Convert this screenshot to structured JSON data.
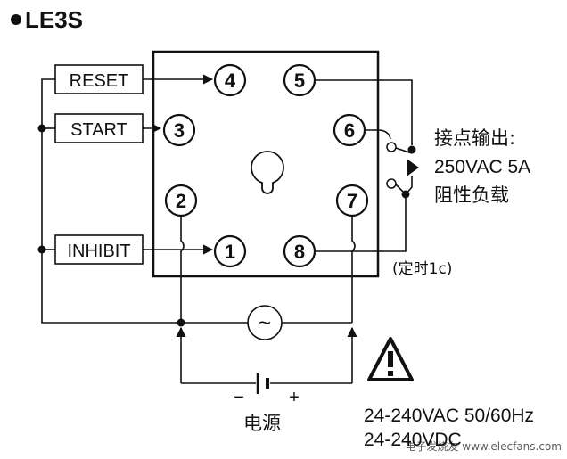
{
  "title": "LE3S",
  "inputs": {
    "reset": "RESET",
    "start": "START",
    "inhibit": "INHIBIT"
  },
  "pins": [
    "1",
    "2",
    "3",
    "4",
    "5",
    "6",
    "7",
    "8"
  ],
  "contact_output": {
    "line1": "接点输出:",
    "line2": "250VAC 5A",
    "line3": "阻性负载"
  },
  "timing_note": "(定时1c)",
  "ac_symbol": "~",
  "power": {
    "label": "电源",
    "minus": "−",
    "plus": "+",
    "ac_spec": "24-240VAC 50/60Hz",
    "dc_spec": "24-240VDC"
  },
  "warning_icon": "warning-triangle-icon",
  "watermark": "电子发烧友 www.elecfans.com"
}
